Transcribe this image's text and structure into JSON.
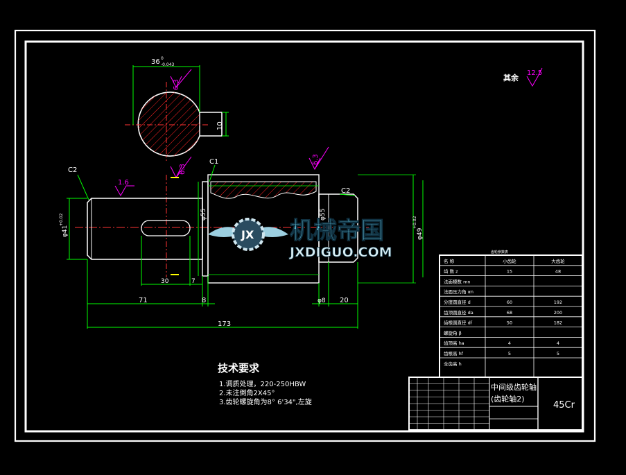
{
  "dimensions": {
    "keyway_width": "36",
    "keyway_tol_upper": "0",
    "keyway_tol_lower": "-0.043",
    "key_depth": "10",
    "shaft_dia_left": "φ41",
    "shaft_dia_left_tol": "+0.02",
    "shaft_dia_mid": "φ55",
    "shaft_dia_gear": "φ55",
    "shaft_dia_right": "φ49",
    "shaft_dia_right_tol": "+0.02",
    "slot_length": "30",
    "slot_offset": "7",
    "len_71": "71",
    "len_8": "8",
    "len_f8": "φ8",
    "len_20": "20",
    "len_total": "173",
    "chamfer_c1": "C1",
    "chamfer_c2_left": "C2",
    "chamfer_c2_right": "C2"
  },
  "roughness": {
    "r1": "6.3",
    "r2": "6.3",
    "r3": "6.3",
    "r4": "1.6",
    "rest_label": "其余",
    "rest_value": "12.5"
  },
  "watermark": {
    "cn": "机械帝国",
    "en": "JXDIGUO.COM",
    "emblem": "JX"
  },
  "tech_req": {
    "title": "技术要求",
    "items": [
      "1.调质处理，220-250HBW",
      "2.未注倒角2X45°",
      "3.齿轮螺旋角为8° 6'34\",左旋"
    ]
  },
  "gear_table": {
    "title": "齿轮参数表",
    "headers": [
      "名  称",
      "小齿轮",
      "大齿轮"
    ],
    "rows": [
      [
        "齿 数 z",
        "15",
        "48"
      ],
      [
        "法面模数 mn",
        "",
        ""
      ],
      [
        "法面压力角 αn",
        "",
        ""
      ],
      [
        "分度圆直径 d",
        "60",
        "192"
      ],
      [
        "齿顶圆直径 da",
        "68",
        "200"
      ],
      [
        "齿根圆直径 df",
        "50",
        "182"
      ],
      [
        "螺旋角 β",
        "",
        ""
      ],
      [
        "齿顶高 ha",
        "4",
        "4"
      ],
      [
        "齿根高 hf",
        "5",
        "5"
      ],
      [
        "全齿高 h",
        "",
        ""
      ]
    ]
  },
  "title_block": {
    "part_name_1": "中间级齿轮轴",
    "part_name_2": "(齿轮轴2)",
    "material": "45Cr"
  },
  "colors": {
    "frame": "#ffffff",
    "outline": "#ffff00",
    "dim": "#00ff00",
    "center": "#ff3333",
    "rough": "#ff00ff",
    "section": "#ff2222",
    "cyan": "#00ffff"
  }
}
